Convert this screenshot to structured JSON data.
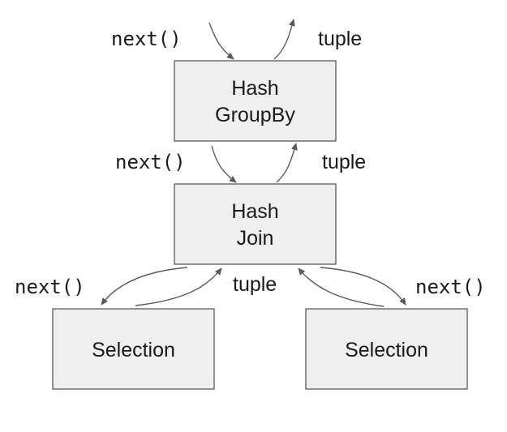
{
  "operators": {
    "groupby": {
      "line1": "Hash",
      "line2": "GroupBy"
    },
    "join": {
      "line1": "Hash",
      "line2": "Join"
    },
    "selection_left": {
      "label": "Selection"
    },
    "selection_right": {
      "label": "Selection"
    }
  },
  "edges": {
    "top": {
      "call": "next()",
      "return": "tuple"
    },
    "groupby_join": {
      "call": "next()",
      "return": "tuple"
    },
    "join_left": {
      "call": "next()",
      "return": "tuple"
    },
    "join_right": {
      "call": "next()"
    }
  },
  "colors": {
    "box_fill": "#efefef",
    "box_stroke": "#595959",
    "text": "#1a1a1a"
  }
}
